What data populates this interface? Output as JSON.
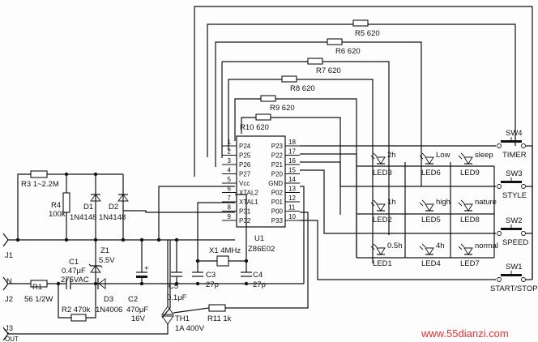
{
  "connectors": {
    "j1": "J1",
    "j2": "J2",
    "j3": "J3",
    "n": "N",
    "out": "OUT"
  },
  "ic": {
    "ref": "U1",
    "part": "Z86E02",
    "left_pins": [
      "P24",
      "P25",
      "P26",
      "P27",
      "Vcc",
      "XTAL2",
      "XTAL1",
      "P31",
      "P32"
    ],
    "right_pins": [
      "P23",
      "P22",
      "P21",
      "P20",
      "GND",
      "P02",
      "P01",
      "P00",
      "P33"
    ],
    "left_nums": [
      "1",
      "2",
      "3",
      "4",
      "5",
      "6",
      "7",
      "8",
      "9"
    ],
    "right_nums": [
      "18",
      "17",
      "16",
      "15",
      "14",
      "13",
      "12",
      "11",
      "10"
    ]
  },
  "resistors": {
    "r5": "R5  620",
    "r6": "R6  620",
    "r7": "R7  620",
    "r8": "R8  620",
    "r9": "R9  620",
    "r10": "R10  620",
    "r3": "R3  1~2.2M",
    "r4": "R4",
    "r4v": "100k",
    "r1": "R1",
    "r1v": "56  1/2W",
    "r2": "R2  470k",
    "r11": "R11  1k"
  },
  "diodes": {
    "d1": "D1",
    "d1v": "1N4148",
    "d2": "D2",
    "d2v": "1N4148",
    "d3": "D3",
    "d3v": "1N4006",
    "z1": "Z1",
    "z1v": "5.5V"
  },
  "caps": {
    "c1": "C1",
    "c1v": "0.47μF",
    "c1v2": "275VAC",
    "c2": "C2",
    "c2v": "470μF",
    "c2v2": "16V",
    "c3": "C3",
    "c3v": "27p",
    "c4": "C4",
    "c4v": "27p",
    "c5": "C5",
    "c5v": "0.1μF",
    "plus": "+"
  },
  "crystal": "X1  4MHz",
  "triac": {
    "ref": "TH1",
    "val": "1A  400V"
  },
  "leds": [
    {
      "ref": "LED3",
      "label": "2h"
    },
    {
      "ref": "LED6",
      "label": "Low"
    },
    {
      "ref": "LED9",
      "label": "sleep"
    },
    {
      "ref": "LED2",
      "label": "1h"
    },
    {
      "ref": "LED5",
      "label": "high"
    },
    {
      "ref": "LED8",
      "label": "nature"
    },
    {
      "ref": "LED1",
      "label": "0.5h"
    },
    {
      "ref": "LED4",
      "label": "4h"
    },
    {
      "ref": "LED7",
      "label": "normal"
    }
  ],
  "switches": [
    {
      "ref": "SW4",
      "label": "TIMER"
    },
    {
      "ref": "SW3",
      "label": "STYLE"
    },
    {
      "ref": "SW2",
      "label": "SPEED"
    },
    {
      "ref": "SW1",
      "label": "START/STOP"
    }
  ],
  "watermark": "www.55dianzi.com"
}
